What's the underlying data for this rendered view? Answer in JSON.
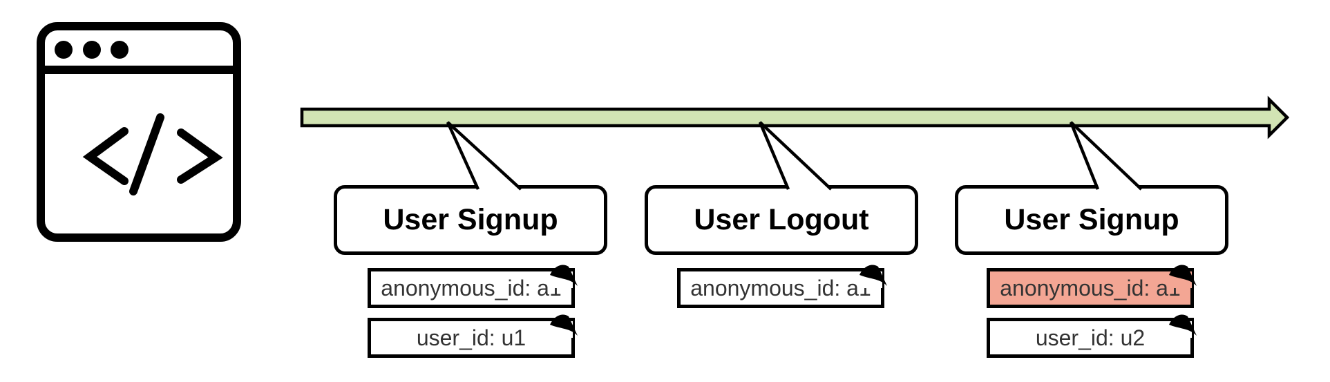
{
  "colors": {
    "timeline_green": "#d2e4b4",
    "highlight_salmon": "#f3a694",
    "stroke_black": "#000000"
  },
  "source_icon": {
    "name": "browser-code-icon",
    "glyph": "</>"
  },
  "events": [
    {
      "title": "User Signup",
      "tags": [
        {
          "label": "anonymous_id: a1",
          "highlighted": false
        },
        {
          "label": "user_id: u1",
          "highlighted": false
        }
      ]
    },
    {
      "title": "User Logout",
      "tags": [
        {
          "label": "anonymous_id: a1",
          "highlighted": false
        }
      ]
    },
    {
      "title": "User Signup",
      "tags": [
        {
          "label": "anonymous_id: a1",
          "highlighted": true
        },
        {
          "label": "user_id: u2",
          "highlighted": false
        }
      ]
    }
  ]
}
